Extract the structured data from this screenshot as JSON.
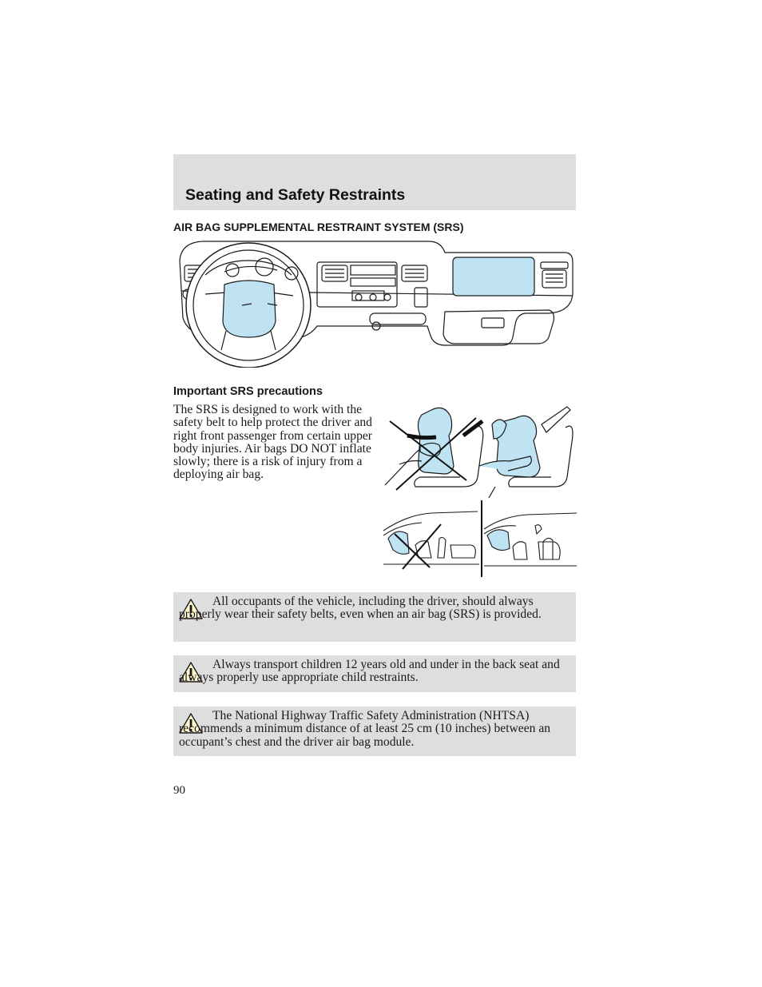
{
  "header": {
    "title": "Seating and Safety Restraints"
  },
  "section": {
    "heading": "AIR BAG SUPPLEMENTAL RESTRAINT SYSTEM (SRS)"
  },
  "precautions": {
    "heading": "Important SRS precautions",
    "body": "The SRS is designed to work with the safety belt to help protect the driver and right front passenger from certain upper body injuries. Air bags DO NOT inflate slowly; there is a risk of injury from a deploying air bag."
  },
  "warnings": [
    {
      "icon": "warning-triangle-icon",
      "text": "All occupants of the vehicle, including the driver, should always properly wear their safety belts, even when an air bag (SRS) is provided."
    },
    {
      "icon": "warning-triangle-icon",
      "text": "Always transport children 12 years old and under in the back seat and always properly use appropriate child restraints."
    },
    {
      "icon": "warning-triangle-icon",
      "text": "The National Highway Traffic Safety Administration (NHTSA) recommends a minimum distance of at least 25 cm (10 inches) between an occupant’s chest and the driver air bag module."
    }
  ],
  "page": {
    "number": "90"
  },
  "colors": {
    "band": "#dedede",
    "airbag": "#bfe3f2",
    "ink": "#1a1a1a"
  }
}
